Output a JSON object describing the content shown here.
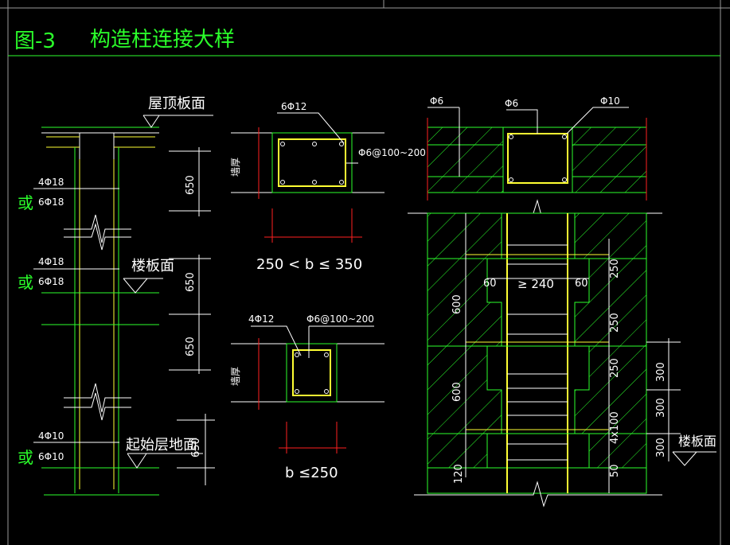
{
  "header": {
    "figure_no": "图-3",
    "title": "构造柱连接大样"
  },
  "colors": {
    "background": "#000000",
    "line_green": "#2bff2b",
    "line_white": "#ffffff",
    "line_yellow": "#ffff33",
    "line_red": "#ff2020",
    "frame_gray": "#9a9a9a"
  },
  "left_elevation": {
    "roof_label": "屋顶板面",
    "top_rebar_a": "4Φ18",
    "top_or": "或",
    "top_rebar_b": "6Φ18",
    "dim_top": "650",
    "floor_label": "楼板面",
    "mid_rebar_a": "4Φ18",
    "mid_or": "或",
    "mid_rebar_b": "6Φ18",
    "dim_mid_a": "650",
    "dim_mid_b": "650",
    "ground_label": "起始层地面",
    "bot_rebar_a": "4Φ10",
    "bot_or": "或",
    "bot_rebar_b": "6Φ10",
    "dim_bot": "650"
  },
  "section_a": {
    "rebar": "6Φ12",
    "stirrup": "Φ6@100~200",
    "wall": "墙厚",
    "width_range": "250 < b ≤ 350"
  },
  "section_b": {
    "rebar": "4Φ12",
    "stirrup": "Φ6@100~200",
    "wall": "墙厚",
    "width_range": "b ≤250"
  },
  "right_detail": {
    "label_a": "Φ6",
    "label_b": "Φ6",
    "label_c": "Φ10",
    "dim_60_left": "60",
    "dim_240": "≥ 240",
    "dim_60_right": "60",
    "dim_600_upper": "600",
    "dim_600_lower": "600",
    "dim_250_a": "250",
    "dim_250_b": "250",
    "dim_250_c": "250",
    "dim_4x100": "4x100",
    "dim_50": "50",
    "dim_120": "120",
    "dim_300_a": "300",
    "dim_300_b": "300",
    "dim_300_c": "300",
    "floor_label": "楼板面"
  }
}
